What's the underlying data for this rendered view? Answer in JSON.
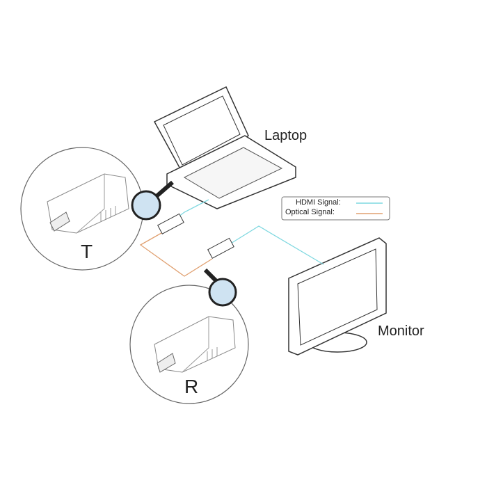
{
  "labels": {
    "laptop": "Laptop",
    "monitor": "Monitor",
    "transmitter": "T",
    "receiver": "R"
  },
  "legend": {
    "items": [
      {
        "label": "HDMI Signal:",
        "color": "#7fd8e0"
      },
      {
        "label": "Optical Signal:",
        "color": "#e0a070"
      }
    ]
  }
}
